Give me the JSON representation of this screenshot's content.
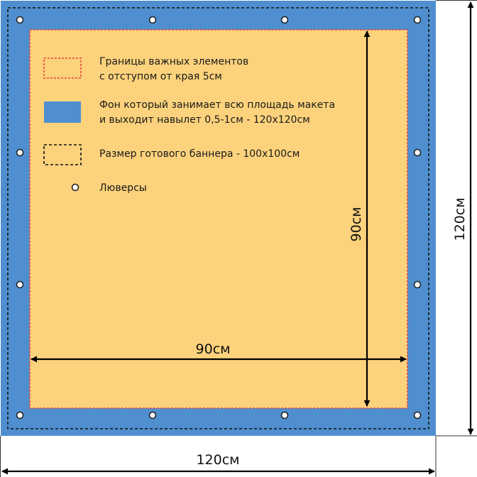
{
  "colors": {
    "background_fill": "#4f8fd0",
    "safe_area_fill": "#fcd27c",
    "safe_border": "#e8453c",
    "trim_border": "#111111",
    "grommet": "#ffffff",
    "arrow": "#000000"
  },
  "legend": {
    "safe_zone": {
      "icon": "red-dashed-rectangle-icon",
      "line1": "Границы важных элементов",
      "line2": "с отступом от края 5см"
    },
    "background": {
      "icon": "blue-filled-rectangle-icon",
      "line1": "Фон который занимает всю площадь макета",
      "line2": "и выходит навылет 0,5-1см - 120x120см"
    },
    "finished_size": {
      "icon": "black-dashed-rectangle-icon",
      "line1": "Размер готового баннера - 100x100см"
    },
    "grommets": {
      "icon": "grommet-circle-icon",
      "line1": "Люверсы"
    }
  },
  "dimensions": {
    "inner_width": "90см",
    "inner_height": "90см",
    "outer_width": "120см",
    "outer_height": "120см"
  }
}
